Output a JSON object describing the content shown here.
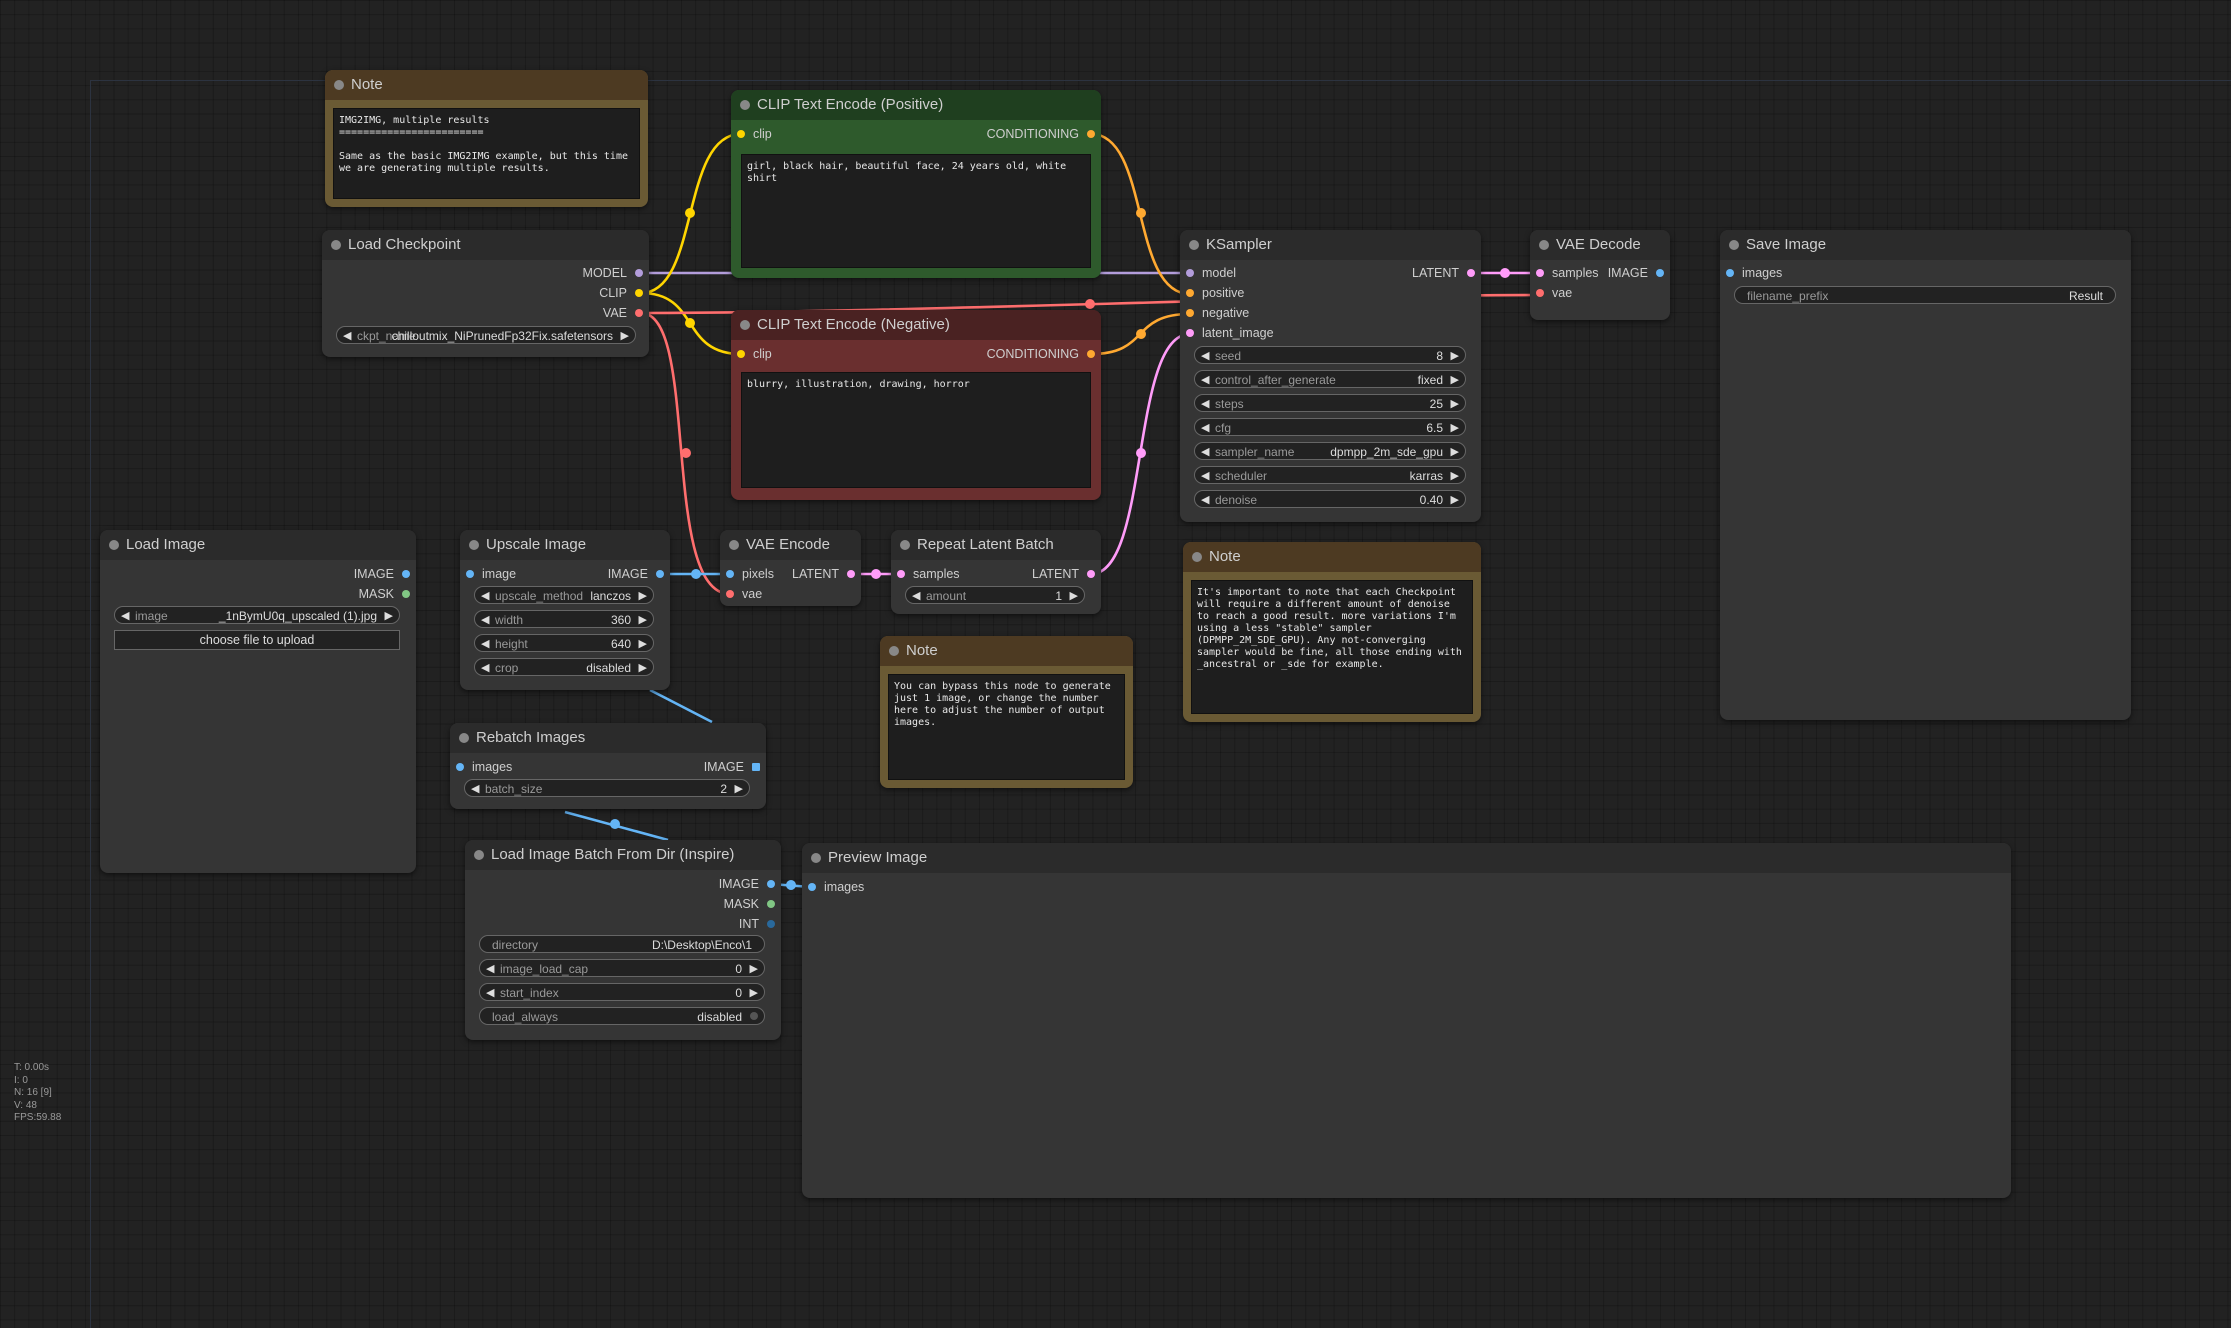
{
  "colors": {
    "model": "#b39ddb",
    "clip": "#ffd500",
    "conditioning": "#ffa931",
    "vae": "#ff6e6e",
    "latent": "#ff9cf9",
    "image": "#64b5f6",
    "mask": "#81c784",
    "int": "#29699c"
  },
  "nodes": {
    "note1": {
      "title": "Note",
      "text": "IMG2IMG, multiple results\n========================\n\nSame as the basic IMG2IMG example, but this time we are generating multiple results."
    },
    "clip_pos": {
      "title": "CLIP Text Encode (Positive)",
      "in_clip": "clip",
      "out_cond": "CONDITIONING",
      "text": "girl, black hair, beautiful face, 24 years old, white shirt"
    },
    "clip_neg": {
      "title": "CLIP Text Encode (Negative)",
      "in_clip": "clip",
      "out_cond": "CONDITIONING",
      "text": "blurry, illustration, drawing, horror"
    },
    "checkpoint": {
      "title": "Load Checkpoint",
      "out_model": "MODEL",
      "out_clip": "CLIP",
      "out_vae": "VAE",
      "ckpt_label": "ckpt_name",
      "ckpt_value": "chilloutmix_NiPrunedFp32Fix.safetensors"
    },
    "ksampler": {
      "title": "KSampler",
      "in_model": "model",
      "in_positive": "positive",
      "in_negative": "negative",
      "in_latent": "latent_image",
      "out_latent": "LATENT",
      "widgets": [
        {
          "label": "seed",
          "value": "8"
        },
        {
          "label": "control_after_generate",
          "value": "fixed"
        },
        {
          "label": "steps",
          "value": "25"
        },
        {
          "label": "cfg",
          "value": "6.5"
        },
        {
          "label": "sampler_name",
          "value": "dpmpp_2m_sde_gpu"
        },
        {
          "label": "scheduler",
          "value": "karras"
        },
        {
          "label": "denoise",
          "value": "0.40"
        }
      ]
    },
    "vae_decode": {
      "title": "VAE Decode",
      "in_samples": "samples",
      "in_vae": "vae",
      "out_image": "IMAGE"
    },
    "save_image": {
      "title": "Save Image",
      "in_images": "images",
      "prefix_label": "filename_prefix",
      "prefix_value": "Result"
    },
    "load_image": {
      "title": "Load Image",
      "out_image": "IMAGE",
      "out_mask": "MASK",
      "image_label": "image",
      "image_value": "_1nBymU0q_upscaled (1).jpg",
      "upload_label": "choose file to upload"
    },
    "upscale": {
      "title": "Upscale Image",
      "in_image": "image",
      "out_image": "IMAGE",
      "widgets": [
        {
          "label": "upscale_method",
          "value": "lanczos"
        },
        {
          "label": "width",
          "value": "360"
        },
        {
          "label": "height",
          "value": "640"
        },
        {
          "label": "crop",
          "value": "disabled"
        }
      ]
    },
    "vae_encode": {
      "title": "VAE Encode",
      "in_pixels": "pixels",
      "in_vae": "vae",
      "out_latent": "LATENT"
    },
    "repeat": {
      "title": "Repeat Latent Batch",
      "in_samples": "samples",
      "out_latent": "LATENT",
      "amount_label": "amount",
      "amount_value": "1"
    },
    "note2": {
      "title": "Note",
      "text": "You can bypass this node to generate just 1 image, or change the number here to adjust the number of output images."
    },
    "note3": {
      "title": "Note",
      "text": "It's important to note that each Checkpoint will require a different amount of denoise to reach a good result. more variations I'm using a less \"stable\" sampler (DPMPP_2M_SDE_GPU). Any not-converging sampler would be fine, all those ending with _ancestral or _sde for example."
    },
    "rebatch": {
      "title": "Rebatch Images",
      "in_images": "images",
      "out_image": "IMAGE",
      "batch_label": "batch_size",
      "batch_value": "2"
    },
    "load_batch": {
      "title": "Load Image Batch From Dir (Inspire)",
      "out_image": "IMAGE",
      "out_mask": "MASK",
      "out_int": "INT",
      "dir_label": "directory",
      "dir_value": "D:\\Desktop\\Enco\\1",
      "cap_label": "image_load_cap",
      "cap_value": "0",
      "start_label": "start_index",
      "start_value": "0",
      "always_label": "load_always",
      "always_value": "disabled"
    },
    "preview": {
      "title": "Preview Image",
      "in_images": "images"
    }
  },
  "stats": [
    "T: 0.00s",
    "I: 0",
    "N: 16 [9]",
    "V: 48",
    "FPS:59.88"
  ]
}
